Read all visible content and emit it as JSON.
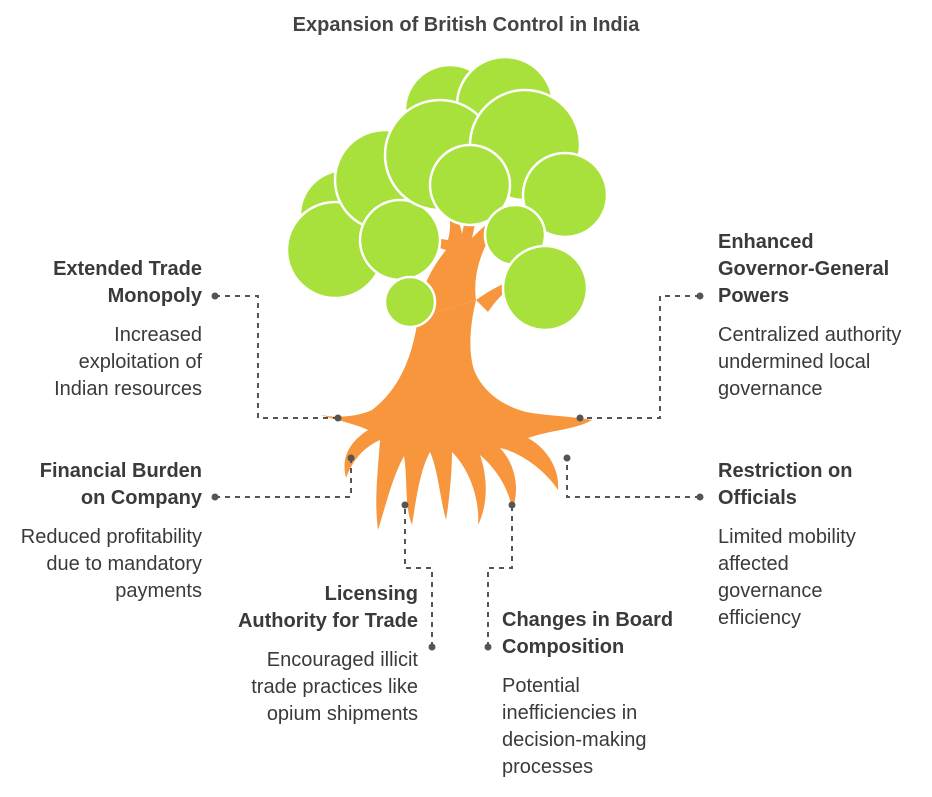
{
  "title": "Expansion of British Control in India",
  "colors": {
    "foliage": "#a8e03c",
    "foliage_outline": "#ffffff",
    "trunk": "#f7963d",
    "connector": "#555555",
    "text": "#3a3a3a"
  },
  "items": [
    {
      "heading": "Extended Trade Monopoly",
      "description": "Increased exploitation of Indian resources"
    },
    {
      "heading": "Financial Burden on Company",
      "description": "Reduced profitability due to mandatory payments"
    },
    {
      "heading": "Licensing Authority for Trade",
      "description": "Encouraged illicit trade practices like opium shipments"
    },
    {
      "heading": "Changes in Board Composition",
      "description": "Potential inefficiencies in decision-making processes"
    },
    {
      "heading": "Enhanced Governor-General Powers",
      "description": "Centralized authority undermined local governance"
    },
    {
      "heading": "Restriction on Officials",
      "description": "Limited mobility affected governance efficiency"
    }
  ]
}
